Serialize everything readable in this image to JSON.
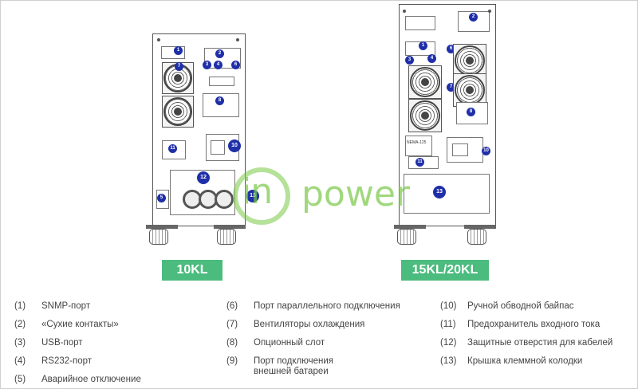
{
  "models": {
    "left_label": "10KL",
    "right_label": "15KL/20KL"
  },
  "logo": {
    "prefix": "in",
    "suffix": "power"
  },
  "markers": {
    "snmp": "1",
    "dry_contacts": "2",
    "usb": "3",
    "rs232": "4",
    "epo": "5",
    "parallel": "6",
    "fans": "7",
    "option_slot": "8",
    "battery_port": "9",
    "bypass": "10",
    "fuse": "11",
    "cable_holes": "12",
    "terminal_cover": "13"
  },
  "panel_text": {
    "nema": "NEMA-125"
  },
  "legend": [
    {
      "num": "(1)",
      "text": "SNMP-порт"
    },
    {
      "num": "(2)",
      "text": "«Сухие контакты»"
    },
    {
      "num": "(3)",
      "text": "USB-порт"
    },
    {
      "num": "(4)",
      "text": "RS232-порт"
    },
    {
      "num": "(5)",
      "text": "Аварийное отключение"
    },
    {
      "num": "(6)",
      "text": "Порт параллельного подключения"
    },
    {
      "num": "(7)",
      "text": "Вентиляторы охлаждения"
    },
    {
      "num": "(8)",
      "text": "Опционный слот"
    },
    {
      "num": "(9)",
      "text": "Порт подключения внешней батареи",
      "line1": "Порт подключения",
      "line2": "внешней батареи"
    },
    {
      "num": "(10)",
      "text": "Ручной обводной байпас"
    },
    {
      "num": "(11)",
      "text": "Предохранитель входного тока"
    },
    {
      "num": "(12)",
      "text": "Защитные отверстия для кабелей"
    },
    {
      "num": "(13)",
      "text": "Крышка клеммной колодки"
    }
  ],
  "colors": {
    "label_green": "#4bbb7e",
    "marker_blue": "#1f2fa8",
    "logo_green": "#78c846"
  }
}
